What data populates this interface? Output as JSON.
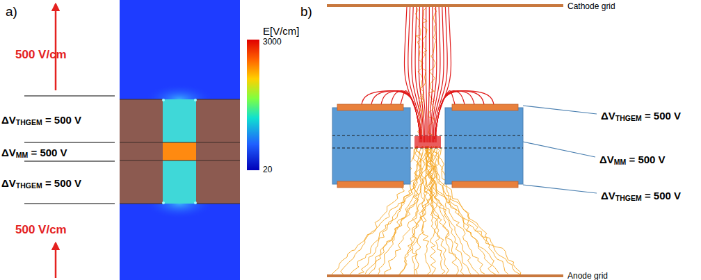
{
  "diagram": {
    "labels": [
      "a)",
      "b)",
      "500 V/cm",
      "ΔVTHGEM = 500 V",
      "ΔVMM = 500 V",
      "ΔVTHGEM = 500 V",
      "500 V/cm",
      "E[V/cm]",
      "3000",
      "20",
      "Cathode grid",
      "ΔVTHGEM = 500 V",
      "ΔVMM = 500 V",
      "ΔVTHGEM = 500 V",
      "Anode grid"
    ]
  }
}
